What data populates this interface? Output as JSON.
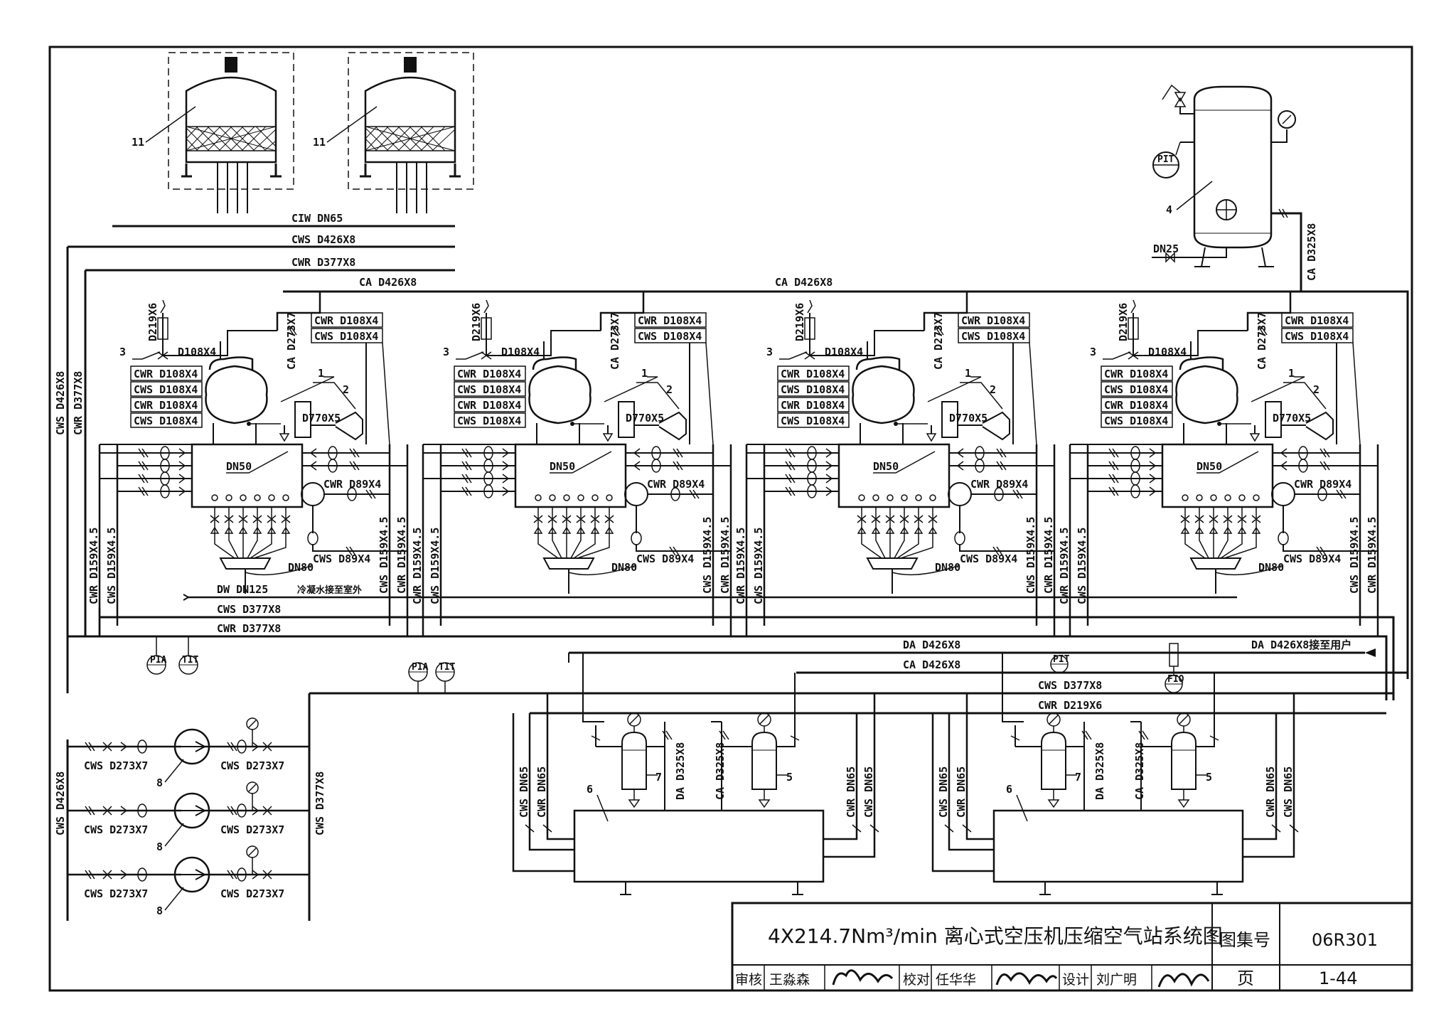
{
  "pipes": {
    "ciw_dn65": "CIW DN65",
    "cws_d426x8": "CWS D426X8",
    "cwr_d377x8": "CWR D377X8",
    "ca_d426x8": "CA D426X8",
    "cws_d377x8": "CWS D377X8",
    "cwr_d377x8_low": "CWR D377X8",
    "dw_dn125": "DW DN125",
    "dw_note": "冷凝水接至室外",
    "da_d426x8": "DA D426X8",
    "da_d426x8_user": "DA D426X8接至用户",
    "ca_d426x8_mid": "CA D426X8",
    "cws_d377x8_mid": "CWS D377X8",
    "cwr_d219x6": "CWR D219X6",
    "ca_d325x8": "CA D325X8",
    "dn25": "DN25",
    "left_cws": "CWS D426X8",
    "left_cwr": "CWR D377X8",
    "pump_left_cws": "CWS D426X8",
    "pump_right_cws": "CWS D377X8"
  },
  "compressor_labels": {
    "cwr_d108x4": "CWR D108X4",
    "cws_d108x4": "CWS D108X4",
    "d219x6": "D219X6",
    "d108x4": "D108X4",
    "ca_d273x7": "CA D273X7",
    "d770x5": "D770X5",
    "dn50": "DN50",
    "cwr_d89x4": "CWR D89X4",
    "cws_d89x4": "CWS D89X4",
    "dn80": "DN80",
    "cwr_d159": "CWR D159X4.5",
    "cws_d159": "CWS D159X4.5"
  },
  "pumps": {
    "cws_d273x7": "CWS D273X7"
  },
  "dryer_labels": {
    "cws_dn65": "CWS DN65",
    "cwr_dn65": "CWR DN65",
    "da_d325x8": "DA D325X8",
    "ca_d325x8": "CA D325X8"
  },
  "instruments": {
    "pia": "PIA",
    "tit": "TIT",
    "pit": "PIT",
    "fiq": "FIQ"
  },
  "numbers": {
    "n1": "1",
    "n2": "2",
    "n3": "3",
    "n4": "4",
    "n5": "5",
    "n6": "6",
    "n7": "7",
    "n8": "8",
    "n11": "11"
  },
  "title_block": {
    "title": "4X214.7Nm³/min 离心式空压机压缩空气站系统图",
    "atlas_label": "图集号",
    "atlas_no": "06R301",
    "review_label": "审核",
    "review_name": "王淼森",
    "check_label": "校对",
    "check_name": "任华华",
    "design_label": "设计",
    "design_name": "刘广明",
    "page_label": "页",
    "page_no": "1-44"
  }
}
